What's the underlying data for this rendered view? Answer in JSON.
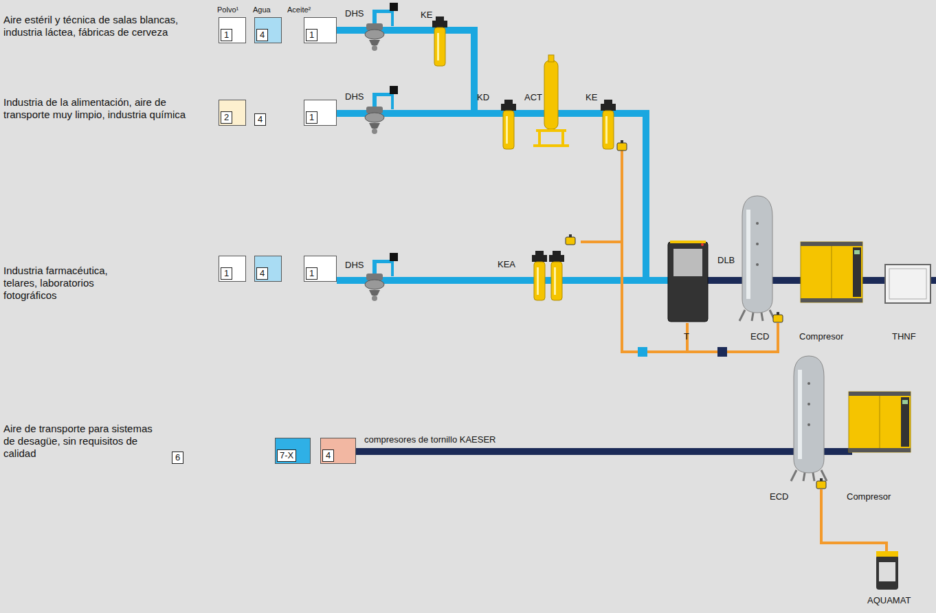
{
  "diagram": {
    "nodes": [
      {
        "text": [
          "1"
        ]
      },
      {
        "text": [
          "4"
        ]
      },
      {
        "text": [
          "1"
        ]
      },
      {
        "text": [
          "2"
        ]
      },
      {
        "text": [
          "4"
        ]
      },
      {
        "text": [
          "1"
        ]
      },
      {
        "text": [
          "1"
        ]
      },
      {
        "text": [
          "4"
        ]
      },
      {
        "text": [
          "1"
        ]
      },
      {
        "text": [
          "6"
        ]
      },
      {
        "text": [
          "7-X"
        ]
      },
      {
        "text": [
          "4"
        ]
      }
    ],
    "labels": [
      "Aire estéril y técnica de salas blancas, industria láctea, fábricas de cerveza",
      "Industria de la alimentación, aire de transporte muy limpio, industria química",
      "Industria farmacéutica, telares, laboratorios fotográficos",
      "Aire de transporte para sistemas de desagüe, sin requisitos de calidad",
      "Polvo¹",
      "Agua",
      "Aceite²",
      "DHS",
      "KE",
      "DHS",
      "KD",
      "ACT",
      "KE",
      "DHS",
      "KEA",
      "T",
      "DLB",
      "ECD",
      "Compresor",
      "THNF",
      "compresores de tornillo KAESER",
      "ECD",
      "Compresor",
      "AQUAMAT"
    ]
  }
}
